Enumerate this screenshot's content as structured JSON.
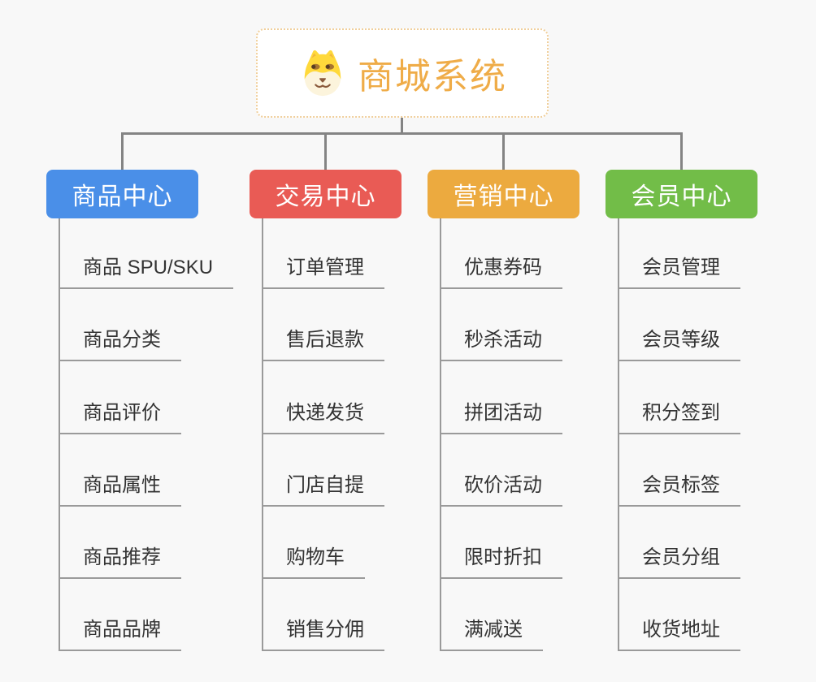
{
  "root": {
    "title": "商城系统",
    "icon": "dog-face-icon"
  },
  "branches": [
    {
      "label": "商品中心",
      "color": "#4a8fe8",
      "items": [
        "商品 SPU/SKU",
        "商品分类",
        "商品评价",
        "商品属性",
        "商品推荐",
        "商品品牌"
      ]
    },
    {
      "label": "交易中心",
      "color": "#e95b55",
      "items": [
        "订单管理",
        "售后退款",
        "快递发货",
        "门店自提",
        "购物车",
        "销售分佣"
      ]
    },
    {
      "label": "营销中心",
      "color": "#ecaa3f",
      "items": [
        "优惠券码",
        "秒杀活动",
        "拼团活动",
        "砍价活动",
        "限时折扣",
        "满减送"
      ]
    },
    {
      "label": "会员中心",
      "color": "#72bd48",
      "items": [
        "会员管理",
        "会员等级",
        "积分签到",
        "会员标签",
        "会员分组",
        "收货地址"
      ]
    }
  ],
  "colors": {
    "background": "#f8f8f8",
    "root_title": "#efac48",
    "root_border": "#f0cf9b",
    "connector": "#848484",
    "branch_line": "#9a9a9a",
    "item_text": "#333333",
    "header_text": "#ffffff",
    "icon_yellow": "#ffd93b",
    "icon_cream": "#fcf4dc",
    "icon_brown": "#8a5a3b"
  }
}
